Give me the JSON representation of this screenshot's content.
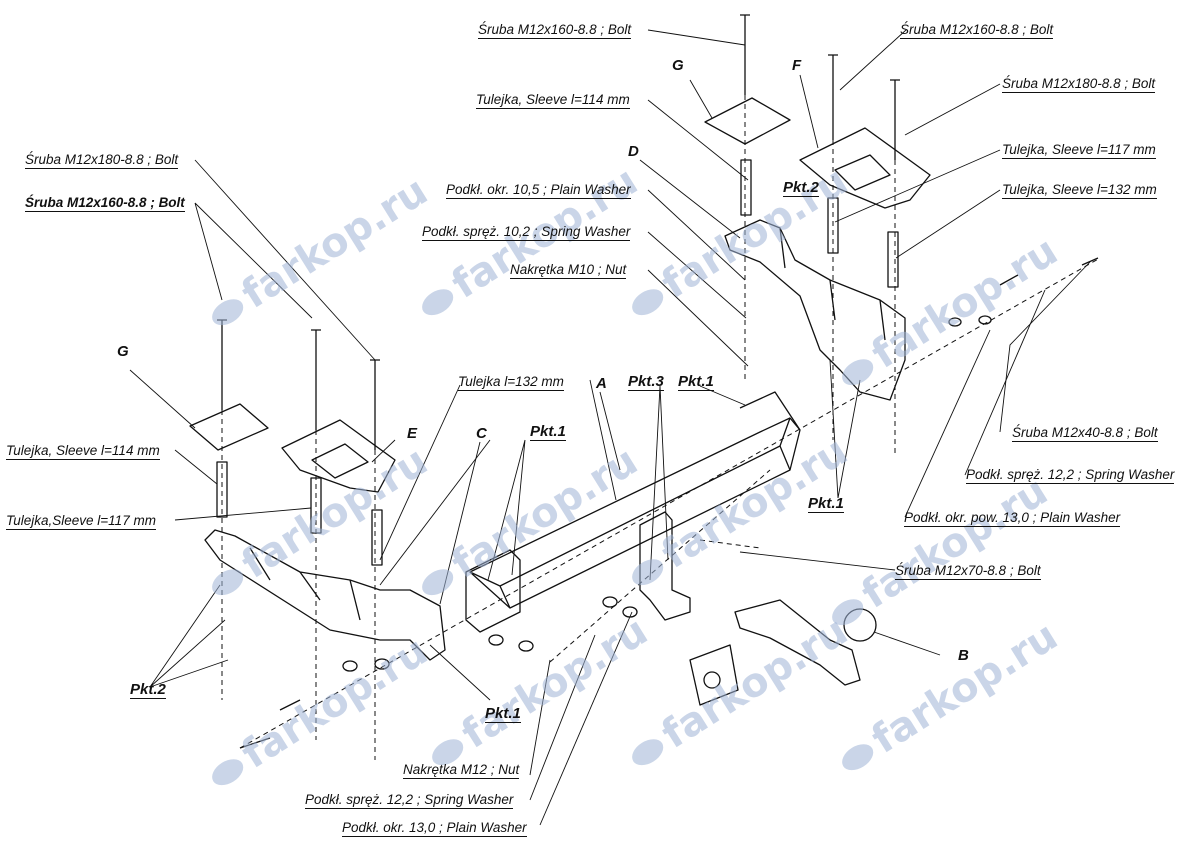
{
  "labels": {
    "bolt_top_center": "Śruba M12x160-8.8 ;  Bolt",
    "bolt_top_right1": "Śruba M12x160-8.8 ;  Bolt",
    "bolt_top_right2": "Śruba M12x180-8.8 ;  Bolt",
    "sleeve_114_top": "Tulejka, Sleeve  l=114 mm",
    "sleeve_117_right": "Tulejka, Sleeve l=117 mm",
    "sleeve_132_right": "Tulejka, Sleeve  l=132 mm",
    "plain_washer_105": "Podkł. okr. 10,5 ; Plain Washer",
    "spring_washer_102": "Podkł. spręż. 10,2 ; Spring Washer",
    "nut_m10": "Nakrętka  M10 ; Nut",
    "bolt_left_180": "Śruba M12x180-8.8 ;  Bolt",
    "bolt_left_160": "Śruba M12x160-8.8 ;  Bolt",
    "sleeve_114_left": "Tulejka, Sleeve l=114 mm",
    "sleeve_117_left": "Tulejka,Sleeve  l=117 mm",
    "sleeve_132_center": "Tulejka l=132 mm",
    "bolt_m12x40": "Śruba M12x40-8.8 ;  Bolt",
    "spring_washer_122_right": "Podkł. spręż. 12,2 ; Spring Washer",
    "plain_washer_13_right": "Podkł. okr. pow. 13,0 ; Plain Washer",
    "bolt_m12x70": "Śruba M12x70-8.8 ;  Bolt",
    "nut_m12": "Nakrętka  M12 ; Nut",
    "spring_washer_122_bottom": "Podkł. spręż. 12,2 ; Spring Washer",
    "plain_washer_13_bottom": "Podkł. okr. 13,0 ; Plain Washer"
  },
  "tags": {
    "A": "A",
    "B": "B",
    "C": "C",
    "D": "D",
    "E": "E",
    "F": "F",
    "G_top": "G",
    "G_left": "G",
    "pkt1_center": "Pkt.1",
    "pkt1_top": "Pkt.1",
    "pkt1_right": "Pkt.1",
    "pkt1_bottom": "Pkt.1",
    "pkt2_left": "Pkt.2",
    "pkt2_top": "Pkt.2",
    "pkt3": "Pkt.3"
  },
  "watermark": "farkop.ru",
  "colors": {
    "line": "#111111",
    "watermark": "#9fb4d6"
  }
}
